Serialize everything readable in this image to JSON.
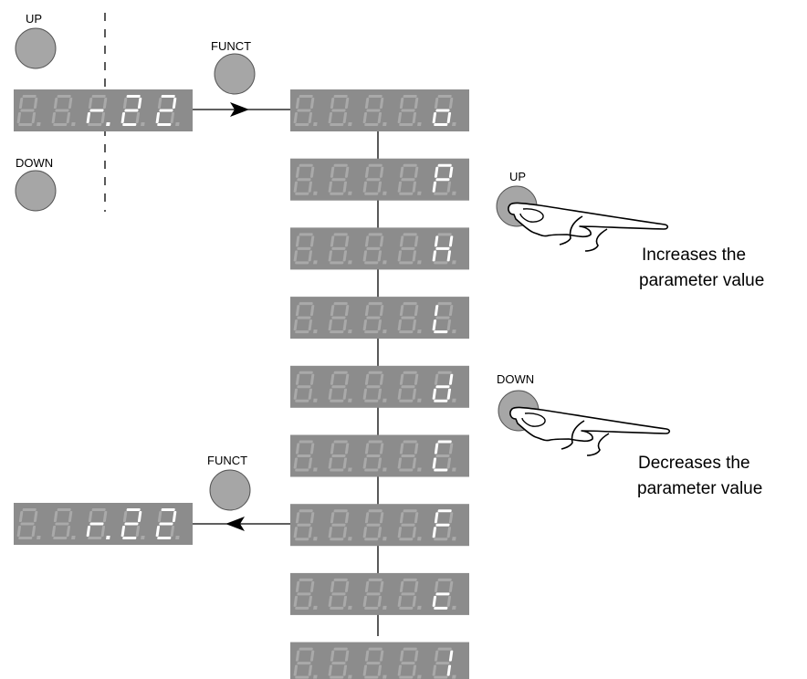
{
  "labels": {
    "up": "UP",
    "down": "DOWN",
    "funct": "FUNCT"
  },
  "descriptions": {
    "increase_line1": "Increases the",
    "increase_line2": "parameter value",
    "decrease_line1": "Decreases the",
    "decrease_line2": "parameter value"
  },
  "colors": {
    "panel": "#8c8c8c",
    "segment_off": "#a9a9a9",
    "segment_on": "#ffffff",
    "button": "#a6a6a6"
  },
  "displays": {
    "left_top": [
      "",
      "",
      "r.",
      "2",
      "2"
    ],
    "left_bottom": [
      "",
      "",
      "r.",
      "2",
      "2"
    ],
    "menu": [
      [
        "",
        "",
        "",
        "",
        "o"
      ],
      [
        "",
        "",
        "",
        "",
        "P"
      ],
      [
        "",
        "",
        "",
        "",
        "H"
      ],
      [
        "",
        "",
        "",
        "",
        "L"
      ],
      [
        "",
        "",
        "",
        "",
        "d"
      ],
      [
        "",
        "",
        "",
        "",
        "C"
      ],
      [
        "",
        "",
        "",
        "",
        "F"
      ],
      [
        "",
        "",
        "",
        "",
        "c"
      ],
      [
        "",
        "",
        "",
        "",
        "1"
      ]
    ]
  }
}
